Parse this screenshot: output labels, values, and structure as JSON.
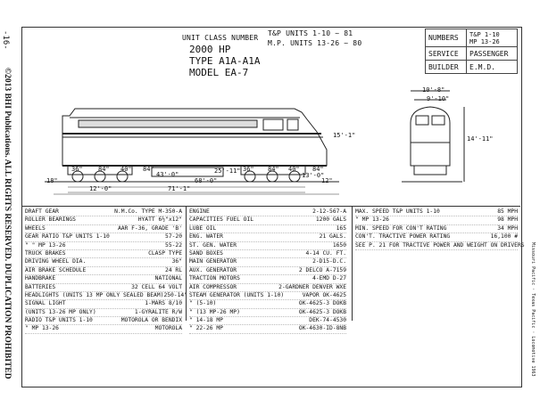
{
  "page": {
    "page_number": "-16-",
    "copyright": "©2013 BHI Publications. ALL RIGHTS RESERVED. DUPLICATION PROHIBITED",
    "source_note": "Missouri Pacific · Texas Pacific · Locomotive 1963"
  },
  "header": {
    "unit_label": "UNIT CLASS NUMBER",
    "unit_numbers": [
      "T&P UNITS 1-10 ~ 81",
      "M.P. UNITS 13-26 ~ 80"
    ],
    "hp": "2000 HP",
    "type": "TYPE A1A-A1A",
    "model": "MODEL EA-7"
  },
  "info_table": [
    {
      "label": "NUMBERS",
      "value": "T&P 1-10\nMP 13-26"
    },
    {
      "label": "SERVICE",
      "value": "PASSENGER"
    },
    {
      "label": "BUILDER",
      "value": "E.M.D."
    }
  ],
  "dimensions": {
    "heights": [
      "15'-1\"",
      "14'-11\""
    ],
    "end_widths": [
      "10'-8\"",
      "9'-10\""
    ],
    "wheel": [
      "36\"",
      "84\"",
      "40\"",
      "84\"",
      "36\"",
      "84\"",
      "40\"",
      "84\""
    ],
    "overall": [
      "43'-0\"",
      "25'-11\"",
      "12'-0\"",
      "68'-0\"",
      "71'-1\"",
      "13'-0\"",
      "18\"",
      "12\""
    ]
  },
  "specs": {
    "col1": [
      {
        "k": "DRAFT GEAR",
        "v": "N.M.Co. TYPE M-350-A"
      },
      {
        "k": "ROLLER BEARINGS",
        "v": "HYATT 6½\"x12\""
      },
      {
        "k": "WHEELS",
        "v": "AAR F-36, GRADE 'B'"
      },
      {
        "k": "GEAR RATIO  T&P UNITS 1-10",
        "v": "57-20"
      },
      {
        "k": "\"  \"  MP 13-26",
        "v": "55-22"
      },
      {
        "k": "TRUCK BRAKES",
        "v": "CLASP TYPE"
      },
      {
        "k": "DRIVING WHEEL DIA.",
        "v": "36\""
      },
      {
        "k": "AIR BRAKE SCHEDULE",
        "v": "24 RL"
      },
      {
        "k": "HANDBRAKE",
        "v": "NATIONAL"
      },
      {
        "k": "BATTERIES",
        "v": "32 CELL 64 VOLT"
      },
      {
        "k": "HEADLIGHTS (UNITS 13 MP ONLY SEALED BEAM)",
        "v": "250-14\""
      },
      {
        "k": "SIGNAL LIGHT",
        "v": "1-MARS 8/10"
      },
      {
        "k": "(UNITS 13-26 MP ONLY)",
        "v": "1-GYRALITE R/W"
      },
      {
        "k": "RADIO  T&P UNITS 1-10",
        "v": "MOTOROLA OR BENDIX"
      },
      {
        "k": "\"  MP  13-26",
        "v": "MOTOROLA"
      }
    ],
    "col2": [
      {
        "k": "ENGINE",
        "v": "2-12-567-A"
      },
      {
        "k": "CAPACITIES  FUEL OIL",
        "v": "1200 GALS"
      },
      {
        "k": "LUBE OIL",
        "v": "165"
      },
      {
        "k": "ENG. WATER",
        "v": "21 GALS."
      },
      {
        "k": "ST. GEN. WATER",
        "v": "1650"
      },
      {
        "k": "SAND BOXES",
        "v": "4-14 CU. FT."
      },
      {
        "k": "MAIN GENERATOR",
        "v": "2-D15-D.C."
      },
      {
        "k": "AUX. GENERATOR",
        "v": "2 DELCO A-7159"
      },
      {
        "k": "TRACTION MOTORS",
        "v": "4-EMD D-27"
      },
      {
        "k": "AIR COMPRESSOR",
        "v": "2-GARDNER DENVER WXE"
      },
      {
        "k": "STEAM GENERATOR (UNITS 1-10)",
        "v": "VAPOR OK-4625"
      },
      {
        "k": "\"  (5-10)",
        "v": "OK-4625-3 DOKB"
      },
      {
        "k": "\"  (13 MP-26 MP)",
        "v": "OK-4625-3 DOKB"
      },
      {
        "k": "\"  14-18 MP",
        "v": "DEK-74-4530"
      },
      {
        "k": "\"  22-26 MP",
        "v": "OK-4630-ID-8NB"
      }
    ],
    "col3": [
      {
        "k": "MAX. SPEED  T&P UNITS 1-10",
        "v": "85 MPH"
      },
      {
        "k": "\"  MP  13-26",
        "v": "98 MPH"
      },
      {
        "k": "MIN. SPEED FOR CON'T RATING",
        "v": "34 MPH"
      },
      {
        "k": "CON'T. TRACTIVE POWER RATING",
        "v": "16,100 #"
      },
      {
        "k": "SEE P. 21  FOR TRACTIVE POWER AND WEIGHT ON DRIVERS",
        "v": ""
      }
    ]
  }
}
